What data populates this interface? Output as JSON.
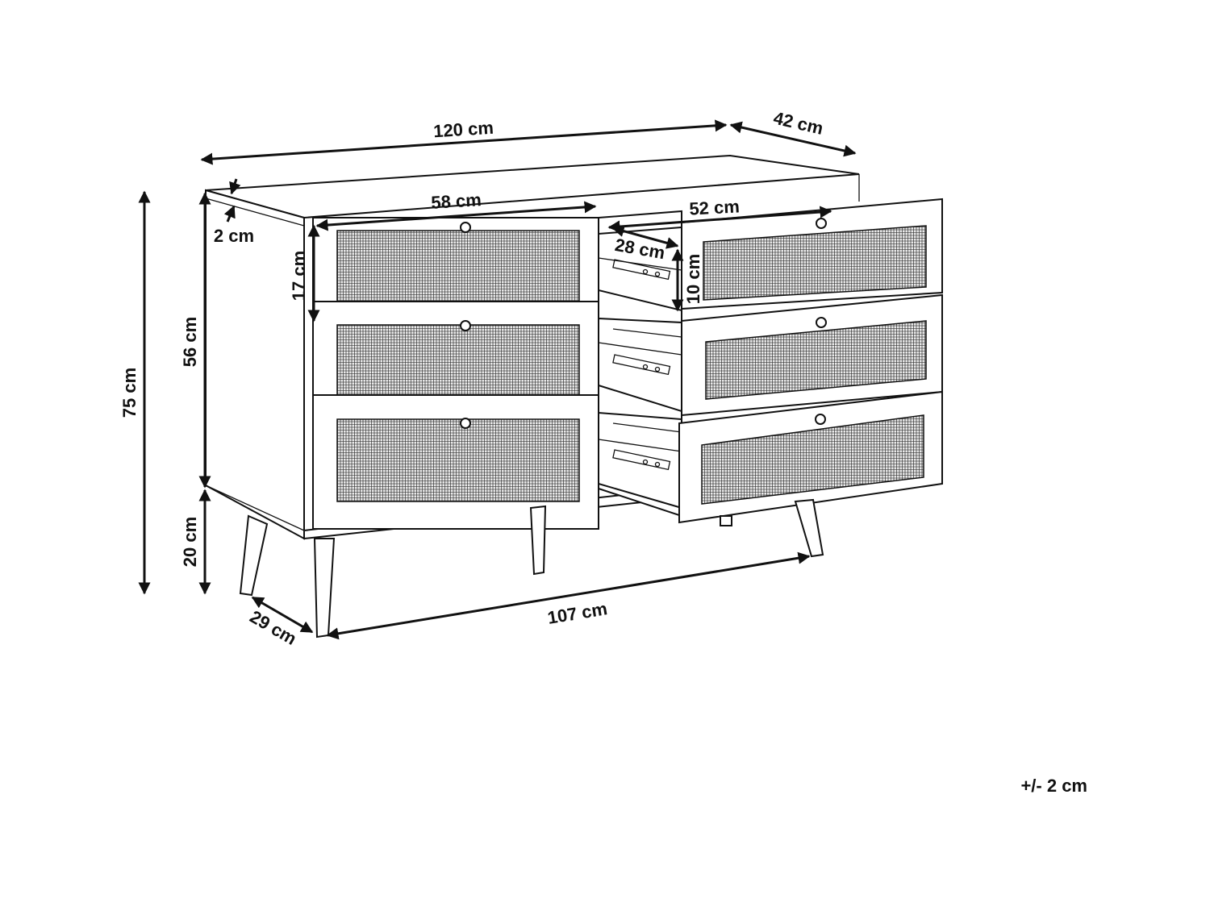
{
  "dimensions": {
    "width": "120 cm",
    "depth": "42 cm",
    "top_thickness": "2 cm",
    "total_height": "75 cm",
    "body_height": "56 cm",
    "leg_height": "20 cm",
    "left_drawer_width": "58 cm",
    "right_drawer_width": "52 cm",
    "drawer_depth": "28 cm",
    "left_drawer_height": "17 cm",
    "right_drawer_height": "10 cm",
    "leg_spacing_width": "107 cm",
    "leg_spacing_depth": "29 cm"
  },
  "tolerance": "+/- 2 cm"
}
